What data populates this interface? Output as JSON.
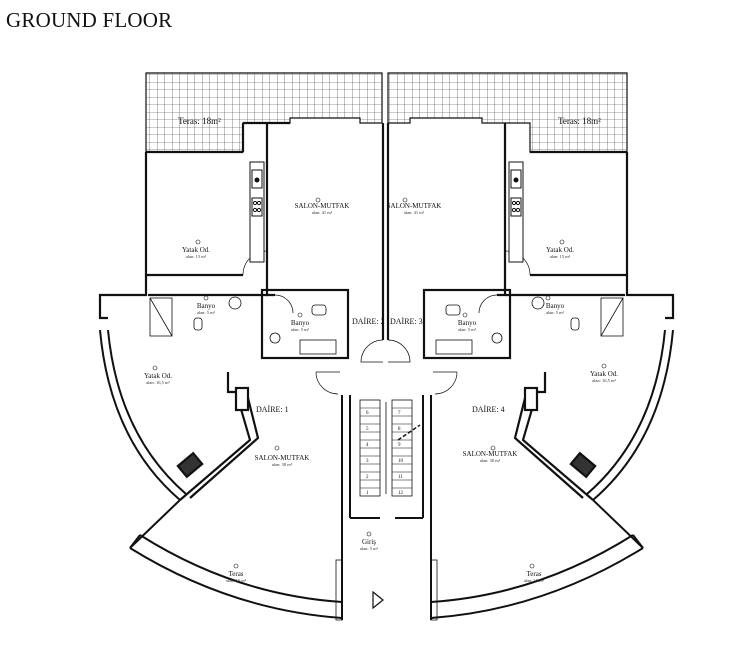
{
  "page": {
    "title": "GROUND FLOOR"
  },
  "terraces_top": [
    {
      "id": "left",
      "label": "Teras: 18m²"
    },
    {
      "id": "right",
      "label": "Teras: 18m²"
    }
  ],
  "units": [
    {
      "id": "daire-1",
      "label": "DAİRE: 1"
    },
    {
      "id": "daire-2",
      "label": "DAİRE: 2"
    },
    {
      "id": "daire-3",
      "label": "DAİRE: 3"
    },
    {
      "id": "daire-4",
      "label": "DAİRE: 4"
    }
  ],
  "rooms": [
    {
      "id": "salon-mutfak-2",
      "name": "SALON-MUTFAK",
      "area": "alan: 41 m²"
    },
    {
      "id": "salon-mutfak-3",
      "name": "SALON-MUTFAK",
      "area": "alan: 41 m²"
    },
    {
      "id": "yatak-2",
      "name": "Yatak Od.",
      "area": "alan: 15 m²"
    },
    {
      "id": "yatak-3",
      "name": "Yatak Od.",
      "area": "alan: 15 m²"
    },
    {
      "id": "banyo-1",
      "name": "Banyo",
      "area": "alan: 5 m²"
    },
    {
      "id": "banyo-2",
      "name": "Banyo",
      "area": "alan: 5 m²"
    },
    {
      "id": "banyo-3",
      "name": "Banyo",
      "area": "alan: 5 m²"
    },
    {
      "id": "banyo-4",
      "name": "Banyo",
      "area": "alan: 5 m²"
    },
    {
      "id": "yatak-1",
      "name": "Yatak Od.",
      "area": "alan: 16,5 m²"
    },
    {
      "id": "yatak-4",
      "name": "Yatak Od.",
      "area": "alan: 16,5 m²"
    },
    {
      "id": "salon-mutfak-1",
      "name": "SALON-MUTFAK",
      "area": "alan: 30 m²"
    },
    {
      "id": "salon-mutfak-4",
      "name": "SALON-MUTFAK",
      "area": "alan: 30 m²"
    },
    {
      "id": "giris",
      "name": "Giriş",
      "area": "alan: 5 m²"
    },
    {
      "id": "teras-1",
      "name": "Teras",
      "area": "alan: 10 m²"
    },
    {
      "id": "teras-4",
      "name": "Teras",
      "area": "alan: 10 m²"
    }
  ],
  "stairs": {
    "steps": [
      "1",
      "2",
      "3",
      "4",
      "5",
      "6",
      "7",
      "8",
      "9",
      "10",
      "11",
      "12"
    ]
  },
  "colors": {
    "line": "#111111",
    "tile": "#333333"
  }
}
